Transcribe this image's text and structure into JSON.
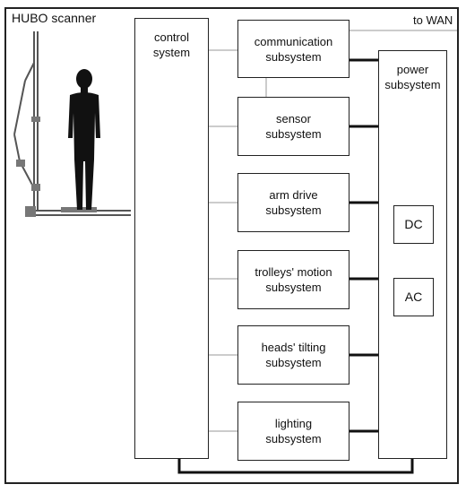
{
  "diagram": {
    "title": "HUBO scanner",
    "wan_label": "to WAN",
    "control_system": "control\nsystem",
    "power_subsystem": "power\nsubsystem",
    "power_sources": [
      "DC",
      "AC"
    ],
    "subsystems": [
      "communication\nsubsystem",
      "sensor\nsubsystem",
      "arm drive\nsubsystem",
      "trolleys' motion\nsubsystem",
      "heads' tilting\nsubsystem",
      "lighting\nsubsystem"
    ]
  }
}
